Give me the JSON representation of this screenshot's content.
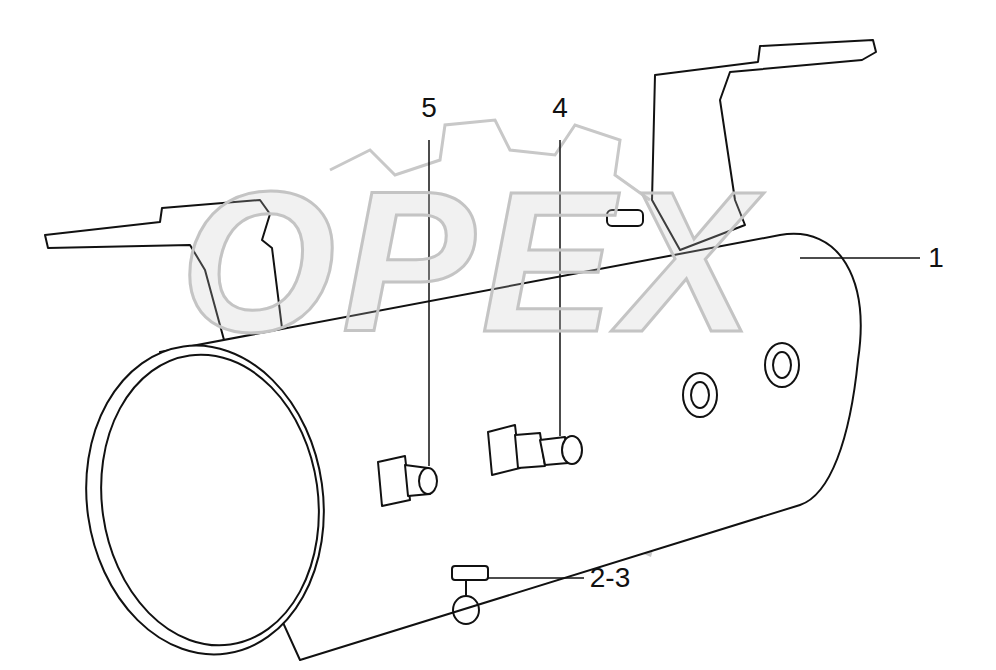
{
  "diagram": {
    "labels": [
      "5",
      "4",
      "1",
      "2-3",
      "OPEX"
    ]
  }
}
